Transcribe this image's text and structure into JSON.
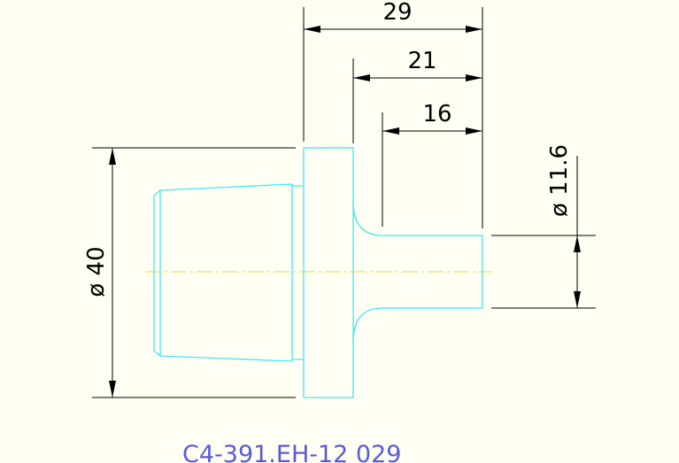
{
  "drawing": {
    "dimensions": {
      "overall_length": "29",
      "shank_plus_fillet": "21",
      "shank_length": "16",
      "body_diameter": "ø 40",
      "shank_diameter": "ø 11.6"
    },
    "part_number": "C4-391.EH-12 029"
  },
  "colors": {
    "background": "#fffff4",
    "outline": "#3fe8f0",
    "dimension": "#000000",
    "centerline": "#e0d84a",
    "part_number": "#5a5ad8"
  }
}
